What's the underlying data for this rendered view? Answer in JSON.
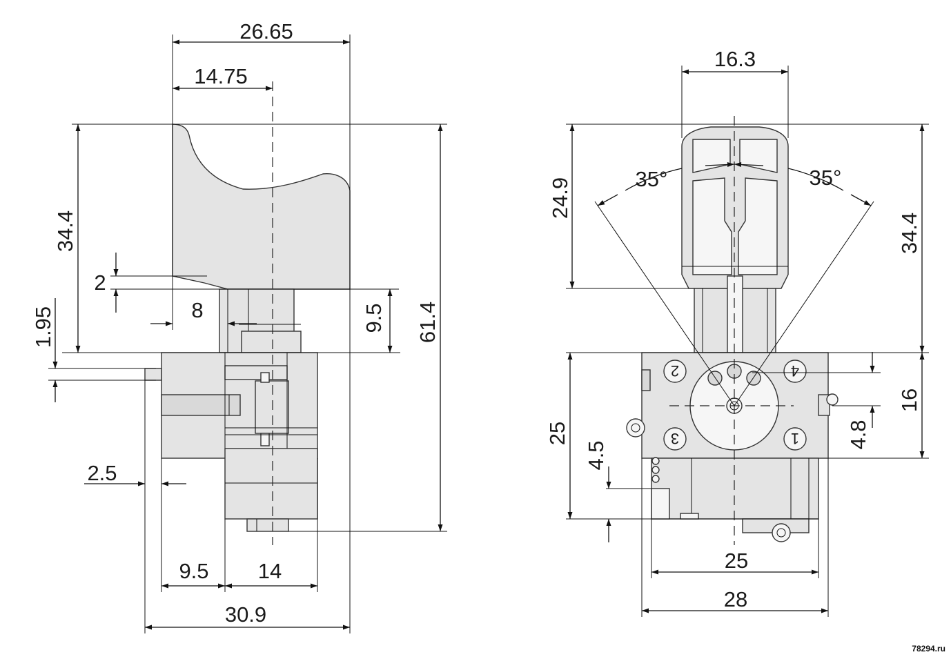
{
  "side_view": {
    "width_overall": "26.65",
    "trigger_offset": "14.75",
    "trigger_height": "34.4",
    "total_height": "61.4",
    "step": "2",
    "gap": "8",
    "stem": "9.5",
    "shaft_offset": "1.95",
    "pin": "2.5",
    "body_left": "9.5",
    "body_right": "14",
    "base_width": "30.9"
  },
  "front_view": {
    "trigger_width": "16.3",
    "trigger_height": "24.9",
    "total_height": "34.4",
    "angle_left": "35°",
    "angle_right": "35°",
    "body_height": "25",
    "dial_height": "16",
    "dial_offset": "4.8",
    "lug": "4.5",
    "base_width": "25",
    "body_width": "28",
    "positions": [
      "2",
      "4",
      "3",
      "1"
    ]
  },
  "watermark": "78294.ru"
}
